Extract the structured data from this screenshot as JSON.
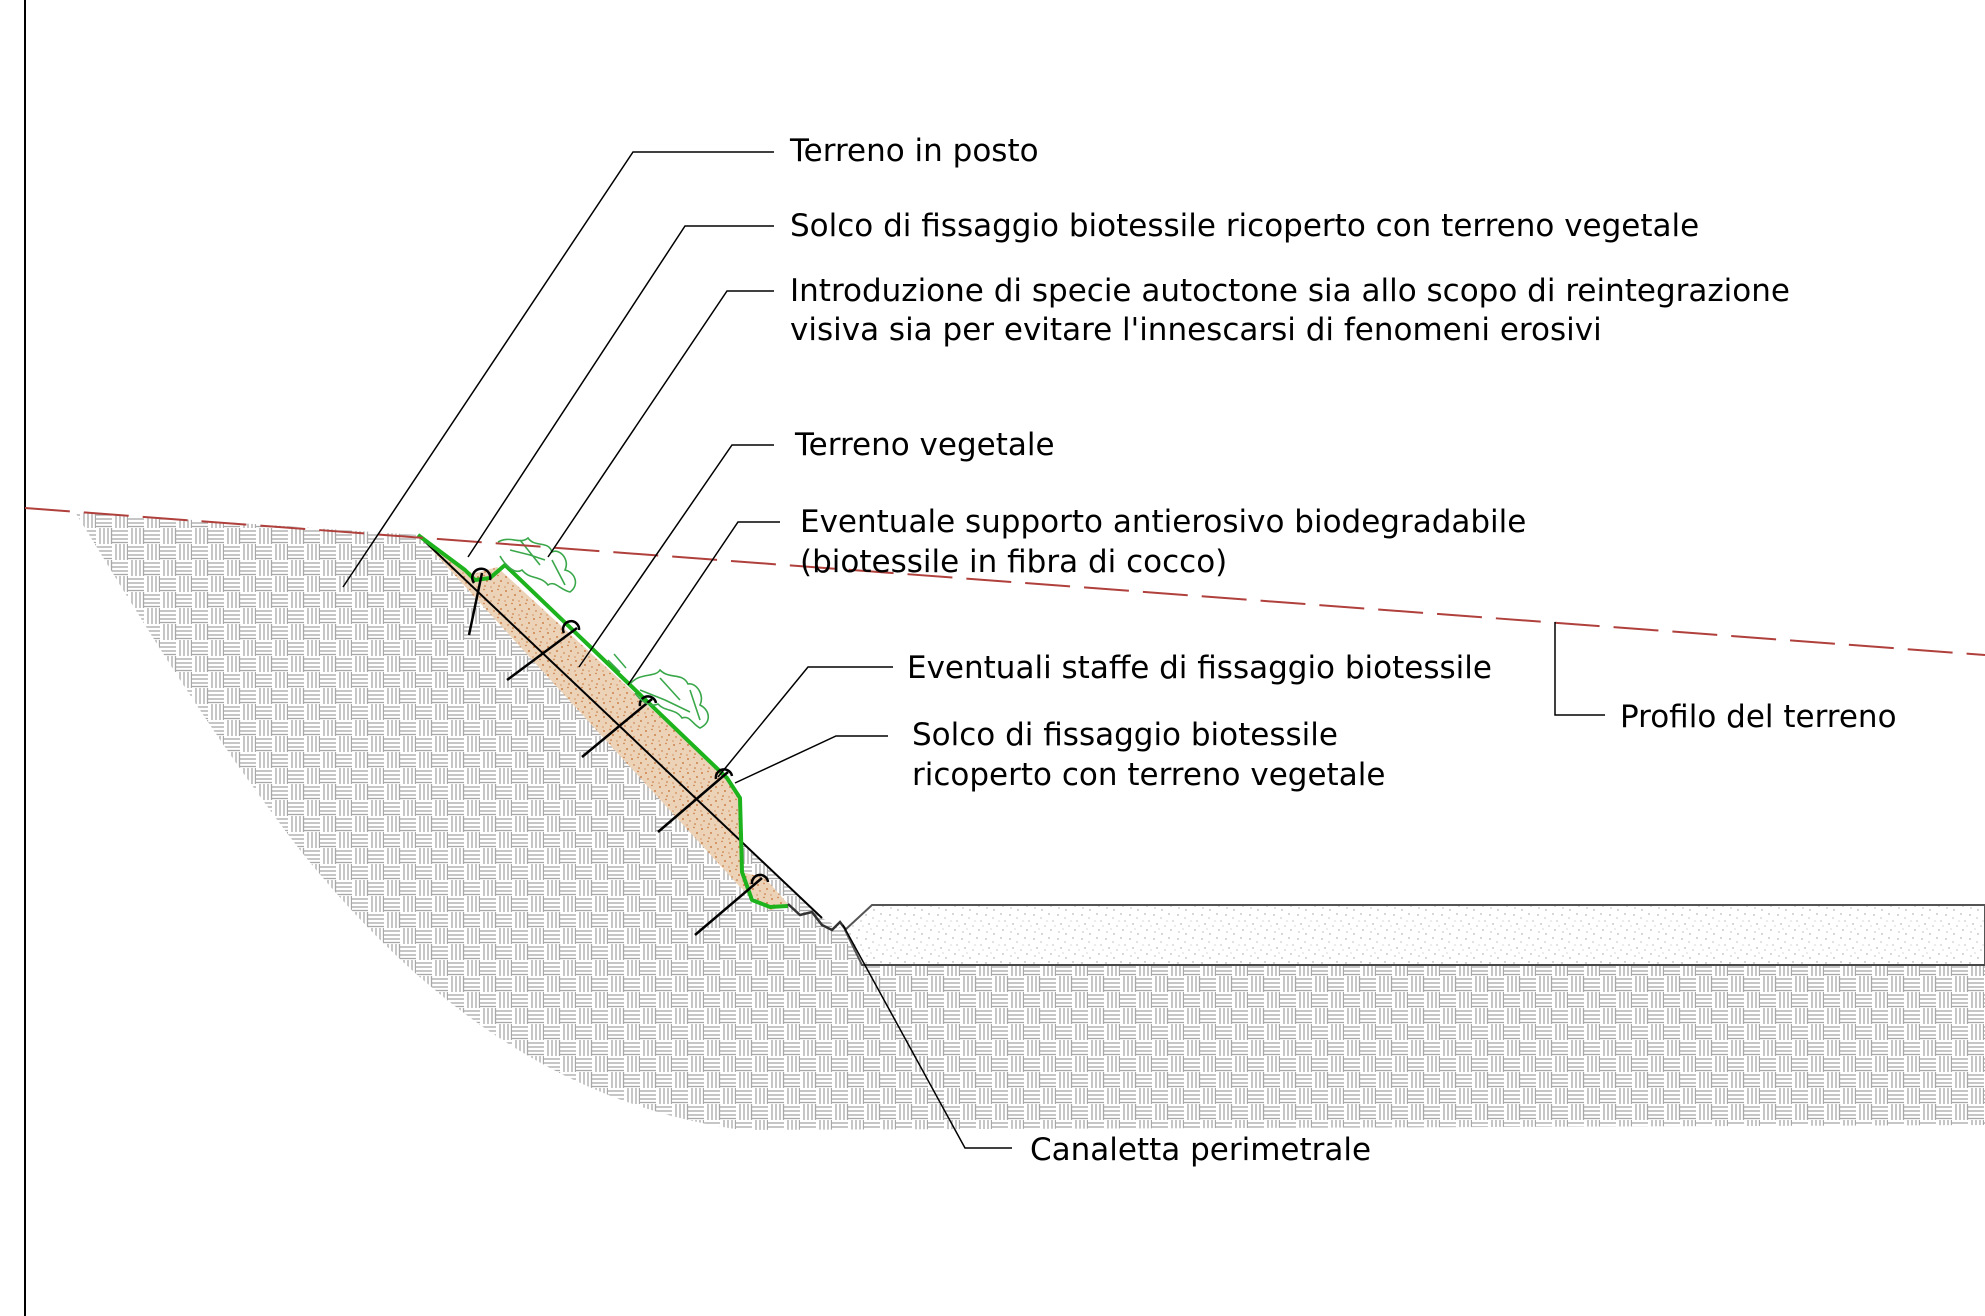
{
  "labels": {
    "terreno_in_posto": "Terreno in posto",
    "solco_top": "Solco di fissaggio biotessile ricoperto con terreno vegetale",
    "introduzione_l1": "Introduzione di specie autoctone sia allo scopo di reintegrazione",
    "introduzione_l2": "visiva sia per evitare l'innescarsi di fenomeni erosivi",
    "terreno_vegetale": "Terreno vegetale",
    "supporto_l1": "Eventuale supporto antierosivo biodegradabile",
    "supporto_l2": "(biotessile in fibra di cocco)",
    "staffe": "Eventuali staffe di fissaggio biotessile",
    "solco_bottom_l1": "Solco di fissaggio biotessile",
    "solco_bottom_l2": "ricoperto con terreno vegetale",
    "profilo": "Profilo del terreno",
    "canaletta": "Canaletta perimetrale"
  },
  "colors": {
    "biotextile": "#1db31d",
    "profile_line": "#b0403c",
    "soil_fill": "#ecd3b8",
    "soil_dots": "#c46a2a",
    "hatch": "#aaaaaa",
    "leader": "#000000",
    "vegetation": "#3aa84a"
  }
}
